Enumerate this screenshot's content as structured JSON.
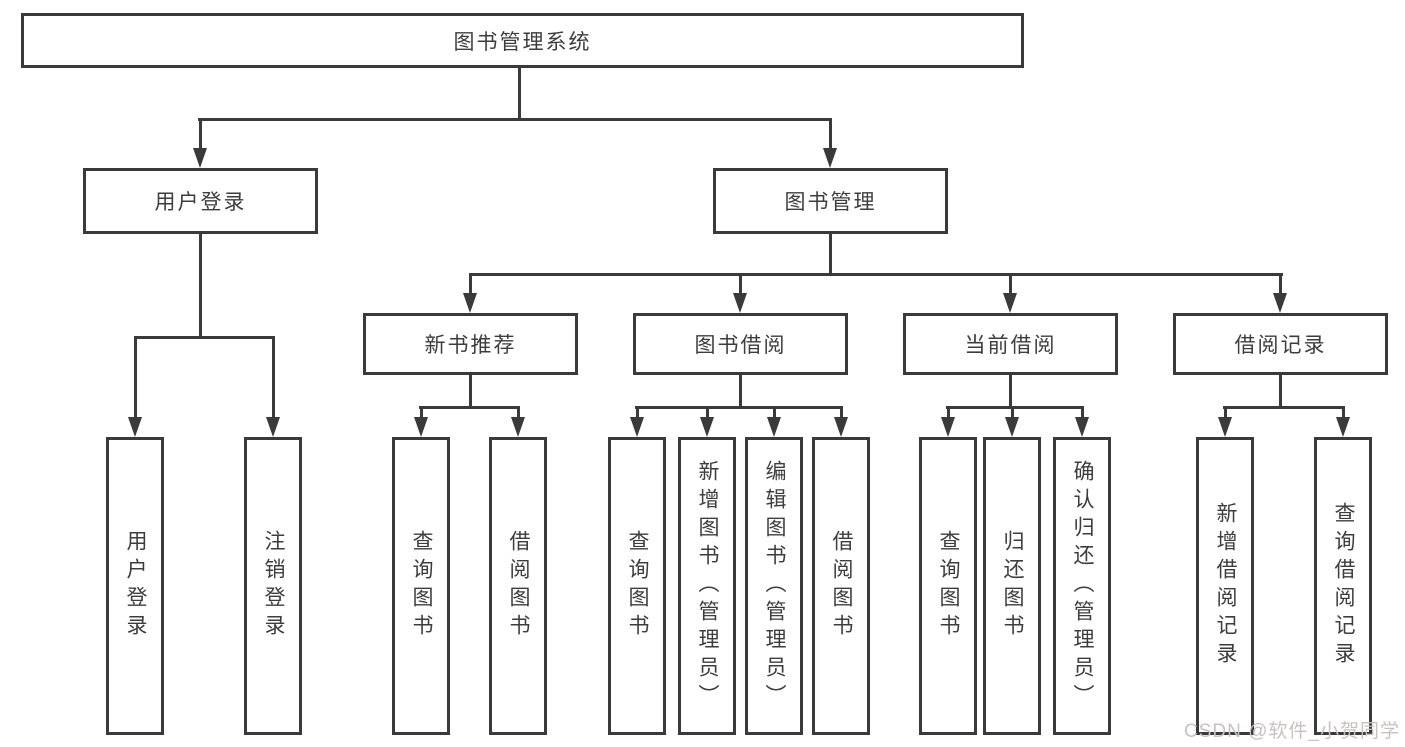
{
  "colors": {
    "line": "#3a3a3a",
    "text": "#3d3d3d",
    "box_bg": "#ffffff",
    "page_bg": "#ffffff",
    "watermark": "#c9c1c1"
  },
  "nodes": {
    "root": {
      "label": "图书管理系统"
    },
    "user_login": {
      "label": "用户登录"
    },
    "book_management": {
      "label": "图书管理"
    },
    "new_book_recommend": {
      "label": "新书推荐"
    },
    "book_borrow": {
      "label": "图书借阅"
    },
    "current_borrow": {
      "label": "当前借阅"
    },
    "borrow_record": {
      "label": "借阅记录"
    }
  },
  "leaves": [
    {
      "label": "用户登录"
    },
    {
      "label": "注销登录"
    },
    {
      "label": "查询图书"
    },
    {
      "label": "借阅图书"
    },
    {
      "label": "查询图书"
    },
    {
      "label": "新增图书（管理员）"
    },
    {
      "label": "编辑图书（管理员）"
    },
    {
      "label": "借阅图书"
    },
    {
      "label": "查询图书"
    },
    {
      "label": "归还图书"
    },
    {
      "label": "确认归还（管理员）"
    },
    {
      "label": "新增借阅记录"
    },
    {
      "label": "查询借阅记录"
    }
  ],
  "watermark": {
    "text": "CSDN @软件_小贺同学"
  }
}
